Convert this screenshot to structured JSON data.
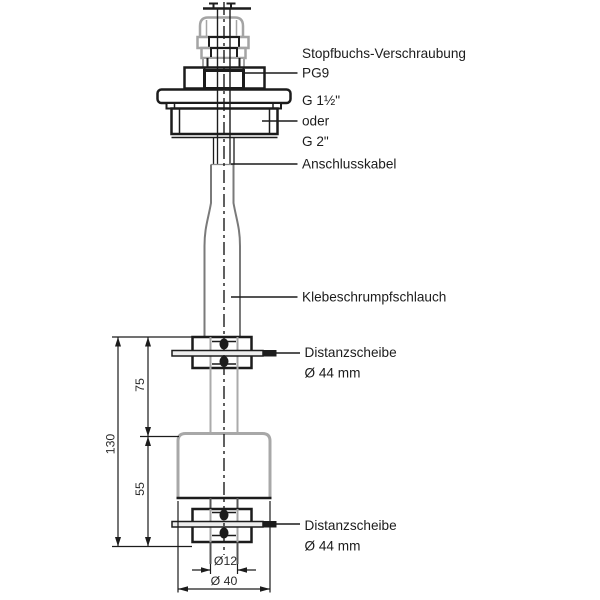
{
  "figure": {
    "type": "technical-drawing",
    "subject": "Schwimmerschalter mit Stopfbuchs-Verschraubung (float switch assembly)",
    "background_color": "#ffffff",
    "line_color": "#1c1c1c",
    "grey_line_color": "#a4a4a4",
    "callouts": {
      "gland": {
        "line1": "Stopfbuchs-Verschraubung",
        "line2": "PG9"
      },
      "thread": {
        "line1": "G 1½\"",
        "line2": "oder",
        "line3": "G 2\""
      },
      "cable": {
        "label": "Anschlusskabel"
      },
      "shrink_tube": {
        "label": "Klebeschrumpfschlauch"
      },
      "spacer_upper": {
        "line1": "Distanzscheibe",
        "line2": "Ø 44 mm"
      },
      "spacer_lower": {
        "line1": "Distanzscheibe",
        "line2": "Ø 44 mm"
      }
    },
    "dimensions": {
      "upper_length": "75",
      "overall_length": "130",
      "float_length": "55",
      "tube_diameter": "Ø12",
      "float_diameter": "Ø 40"
    }
  }
}
